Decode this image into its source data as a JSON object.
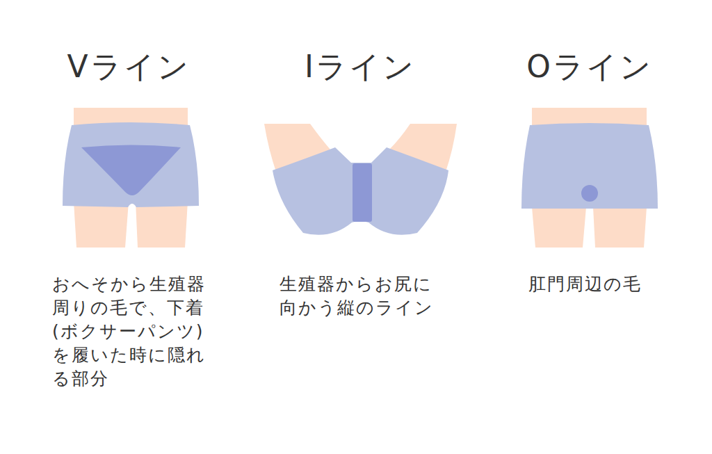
{
  "diagram": {
    "labels": [
      "Vライン",
      "Iライン",
      "Oライン",
      "おへそから生殖器 周りの毛で、下着 (ボクサーパンツ) を履いた時に隠れ る部分",
      "生殖器からお尻に 向かう縦のライン",
      "肛門周辺の毛"
    ]
  }
}
